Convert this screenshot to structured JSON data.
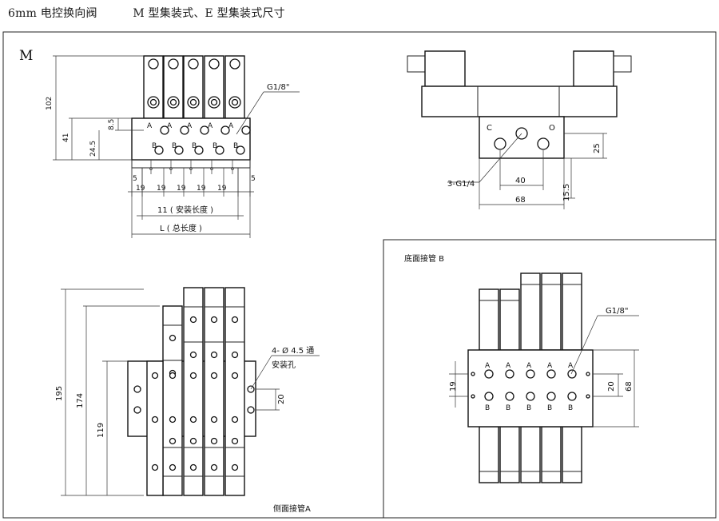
{
  "header": {
    "title_left": "6mm 电控换向阀",
    "title_right": "M 型集装式、E 型集装式尺寸"
  },
  "panel_main": {
    "corner_label": "M"
  },
  "front_view": {
    "dim_102": "102",
    "dim_41": "41",
    "dim_85": "8.5",
    "dim_245": "24.5",
    "port_thread": "G1/8\"",
    "port_top": "A",
    "port_bottom": "B",
    "pitch": "19",
    "edge": "5",
    "install_length": "11 ( 安装长度 )",
    "total_length": "L ( 总长度 )"
  },
  "side_view": {
    "port_c": "C",
    "port_o": "O",
    "thread": "3-G1/4",
    "dim_40": "40",
    "dim_68": "68",
    "dim_25": "25",
    "dim_155": "15.5"
  },
  "side_pipe_view": {
    "dim_195": "195",
    "dim_174": "174",
    "dim_119": "119",
    "dim_20": "20",
    "hole_note_1": "4- Ø 4.5 通",
    "hole_note_2": "安装孔",
    "caption": "侧面接管A"
  },
  "bottom_pipe_view": {
    "caption": "底面接管 B",
    "thread": "G1/8\"",
    "port_top": "A",
    "port_bottom": "B",
    "dim_19": "19",
    "dim_20": "20",
    "dim_68": "68"
  }
}
